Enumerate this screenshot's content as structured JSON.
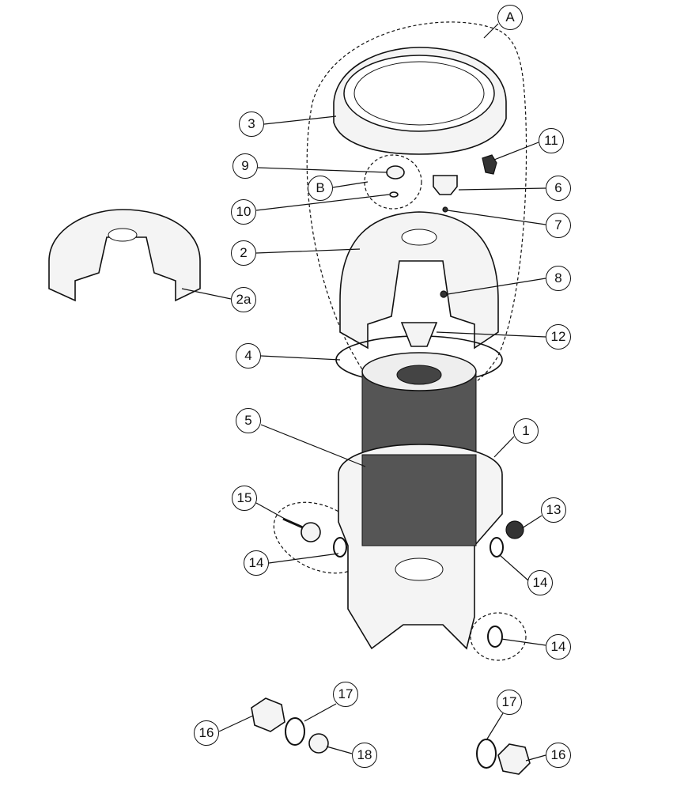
{
  "diagram": {
    "title": "Cartridge filter exploded parts view",
    "callouts": [
      {
        "id": "A",
        "label": "A"
      },
      {
        "id": "3",
        "label": "3"
      },
      {
        "id": "11",
        "label": "11"
      },
      {
        "id": "9",
        "label": "9"
      },
      {
        "id": "B",
        "label": "B"
      },
      {
        "id": "6",
        "label": "6"
      },
      {
        "id": "10",
        "label": "10"
      },
      {
        "id": "7",
        "label": "7"
      },
      {
        "id": "2",
        "label": "2"
      },
      {
        "id": "2a",
        "label": "2a"
      },
      {
        "id": "8",
        "label": "8"
      },
      {
        "id": "12",
        "label": "12"
      },
      {
        "id": "4",
        "label": "4"
      },
      {
        "id": "5",
        "label": "5"
      },
      {
        "id": "1",
        "label": "1"
      },
      {
        "id": "15",
        "label": "15"
      },
      {
        "id": "13",
        "label": "13"
      },
      {
        "id": "14a",
        "label": "14"
      },
      {
        "id": "14b",
        "label": "14"
      },
      {
        "id": "14c",
        "label": "14"
      },
      {
        "id": "17a",
        "label": "17"
      },
      {
        "id": "16a",
        "label": "16"
      },
      {
        "id": "18",
        "label": "18"
      },
      {
        "id": "17b",
        "label": "17"
      },
      {
        "id": "16b",
        "label": "16"
      }
    ]
  }
}
